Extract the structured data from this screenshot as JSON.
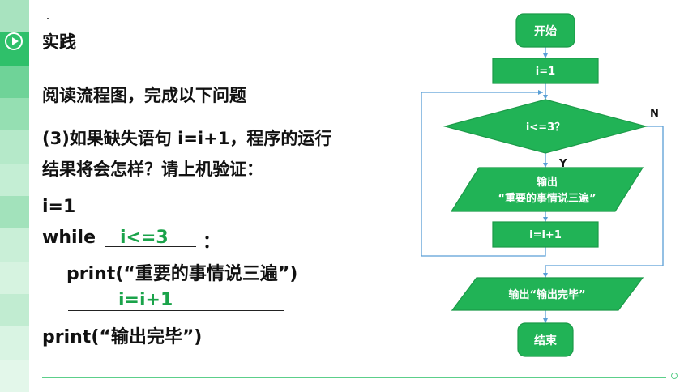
{
  "lesson": {
    "section_title": "实践",
    "instruction": "阅读流程图，完成以下问题",
    "question_line1": "(3)如果缺失语句 i=i+1，程序的运行",
    "question_line2": "结果将会怎样？请上机验证：",
    "code_init": "i=1",
    "code_while_kw": "while",
    "answer_condition": "i<=3",
    "code_colon": "：",
    "code_print_loop": "print(“重要的事情说三遍”)",
    "answer_increment": "i=i+1",
    "code_print_end": "print(“输出完毕”)"
  },
  "flowchart": {
    "start": "开始",
    "init": "i=1",
    "condition": "i<=3？",
    "yes_label": "Y",
    "no_label": "N",
    "output_line1": "输出",
    "output_line2": "“重要的事情说三遍”",
    "increment": "i=i+1",
    "final_output": "输出“输出完毕”",
    "end": "结束"
  },
  "colors": {
    "node_fill": "#21b356",
    "node_stroke": "#1b9a48",
    "line": "#5a9fd6",
    "stripe_dark": "#2fc06a",
    "stripe_light": "#c8eed6",
    "answer_text": "#1aa34a"
  }
}
